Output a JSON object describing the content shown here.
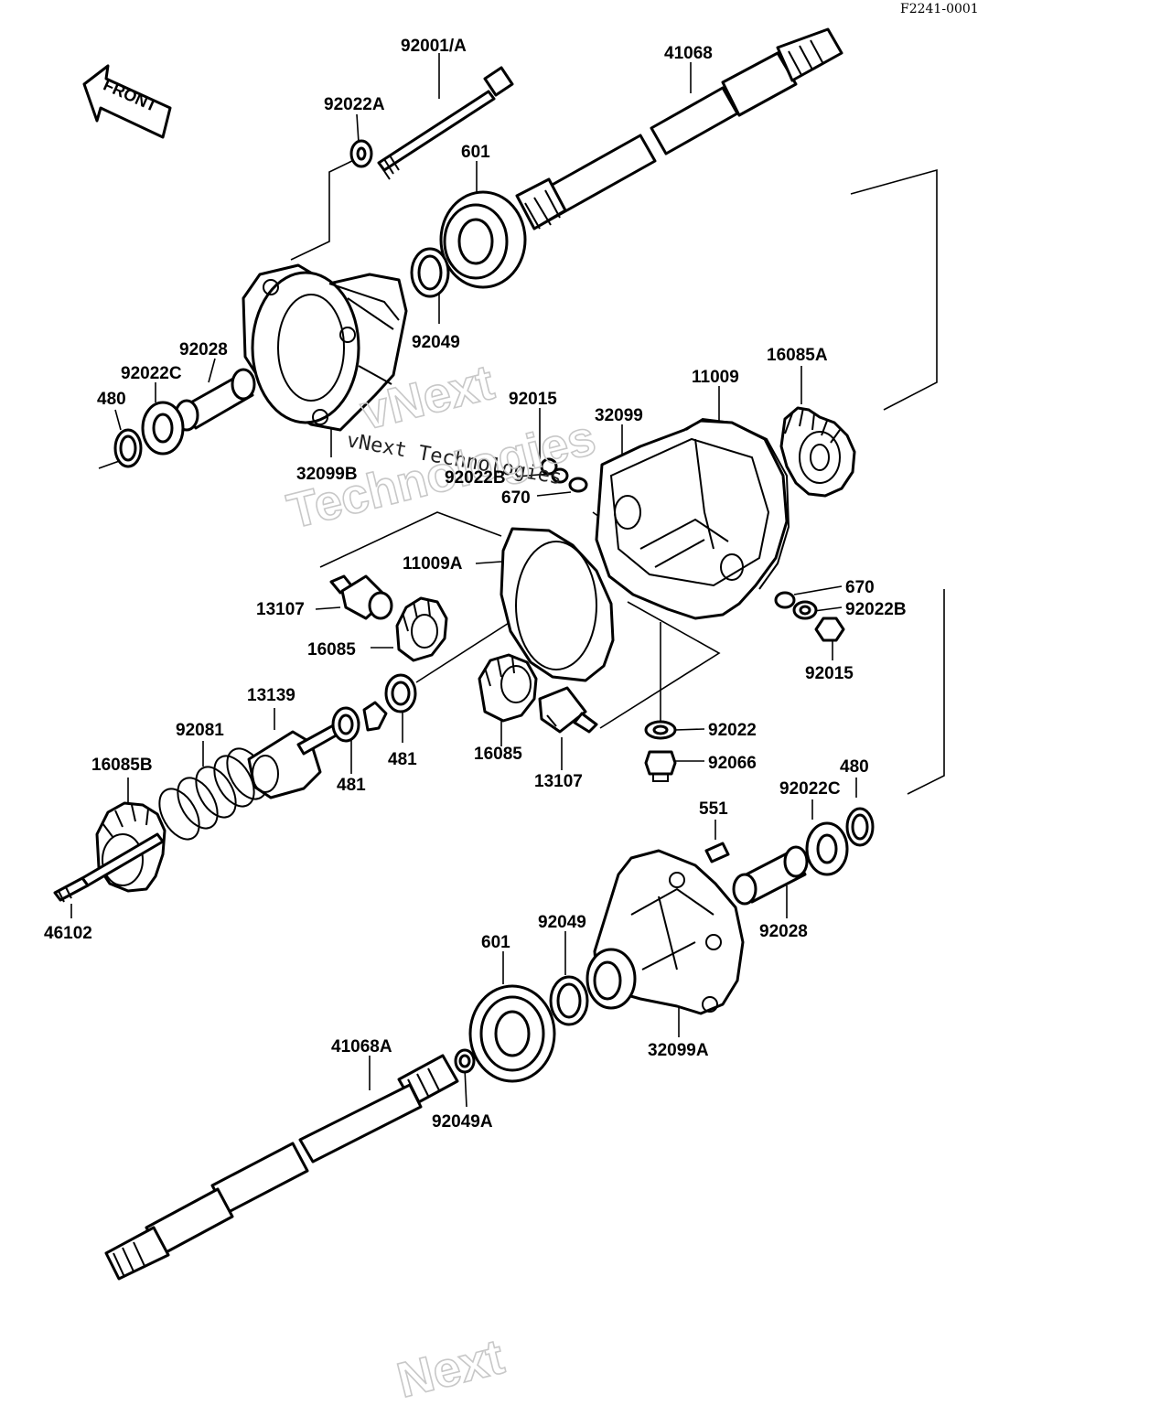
{
  "diagram_code": "F2241-0001",
  "front_label": "FRONT",
  "watermark": {
    "text": "vNext Technologies",
    "big_line1": "vNext",
    "big_line2": "Technologies",
    "bottom_fragment": "Next"
  },
  "labels": [
    {
      "id": "l01",
      "text": "92001/A"
    },
    {
      "id": "l02",
      "text": "41068"
    },
    {
      "id": "l03",
      "text": "92022A"
    },
    {
      "id": "l04",
      "text": "601"
    },
    {
      "id": "l05",
      "text": "92028"
    },
    {
      "id": "l06",
      "text": "92049"
    },
    {
      "id": "l07",
      "text": "92022C"
    },
    {
      "id": "l08",
      "text": "480"
    },
    {
      "id": "l09",
      "text": "16085A"
    },
    {
      "id": "l10",
      "text": "11009"
    },
    {
      "id": "l11",
      "text": "92015"
    },
    {
      "id": "l12",
      "text": "32099"
    },
    {
      "id": "l13",
      "text": "32099B"
    },
    {
      "id": "l14",
      "text": "92022B"
    },
    {
      "id": "l15",
      "text": "670"
    },
    {
      "id": "l16",
      "text": "11009A"
    },
    {
      "id": "l17",
      "text": "13107"
    },
    {
      "id": "l18",
      "text": "670"
    },
    {
      "id": "l19",
      "text": "92022B"
    },
    {
      "id": "l20",
      "text": "16085"
    },
    {
      "id": "l21",
      "text": "92015"
    },
    {
      "id": "l22",
      "text": "13139"
    },
    {
      "id": "l23",
      "text": "92081"
    },
    {
      "id": "l24",
      "text": "92022"
    },
    {
      "id": "l25",
      "text": "481"
    },
    {
      "id": "l26",
      "text": "16085"
    },
    {
      "id": "l27",
      "text": "92066"
    },
    {
      "id": "l28",
      "text": "16085B"
    },
    {
      "id": "l29",
      "text": "481"
    },
    {
      "id": "l30",
      "text": "13107"
    },
    {
      "id": "l31",
      "text": "480"
    },
    {
      "id": "l32",
      "text": "551"
    },
    {
      "id": "l33",
      "text": "92022C"
    },
    {
      "id": "l34",
      "text": "46102"
    },
    {
      "id": "l35",
      "text": "92049"
    },
    {
      "id": "l36",
      "text": "601"
    },
    {
      "id": "l37",
      "text": "92028"
    },
    {
      "id": "l38",
      "text": "32099A"
    },
    {
      "id": "l39",
      "text": "41068A"
    },
    {
      "id": "l40",
      "text": "92049A"
    }
  ]
}
